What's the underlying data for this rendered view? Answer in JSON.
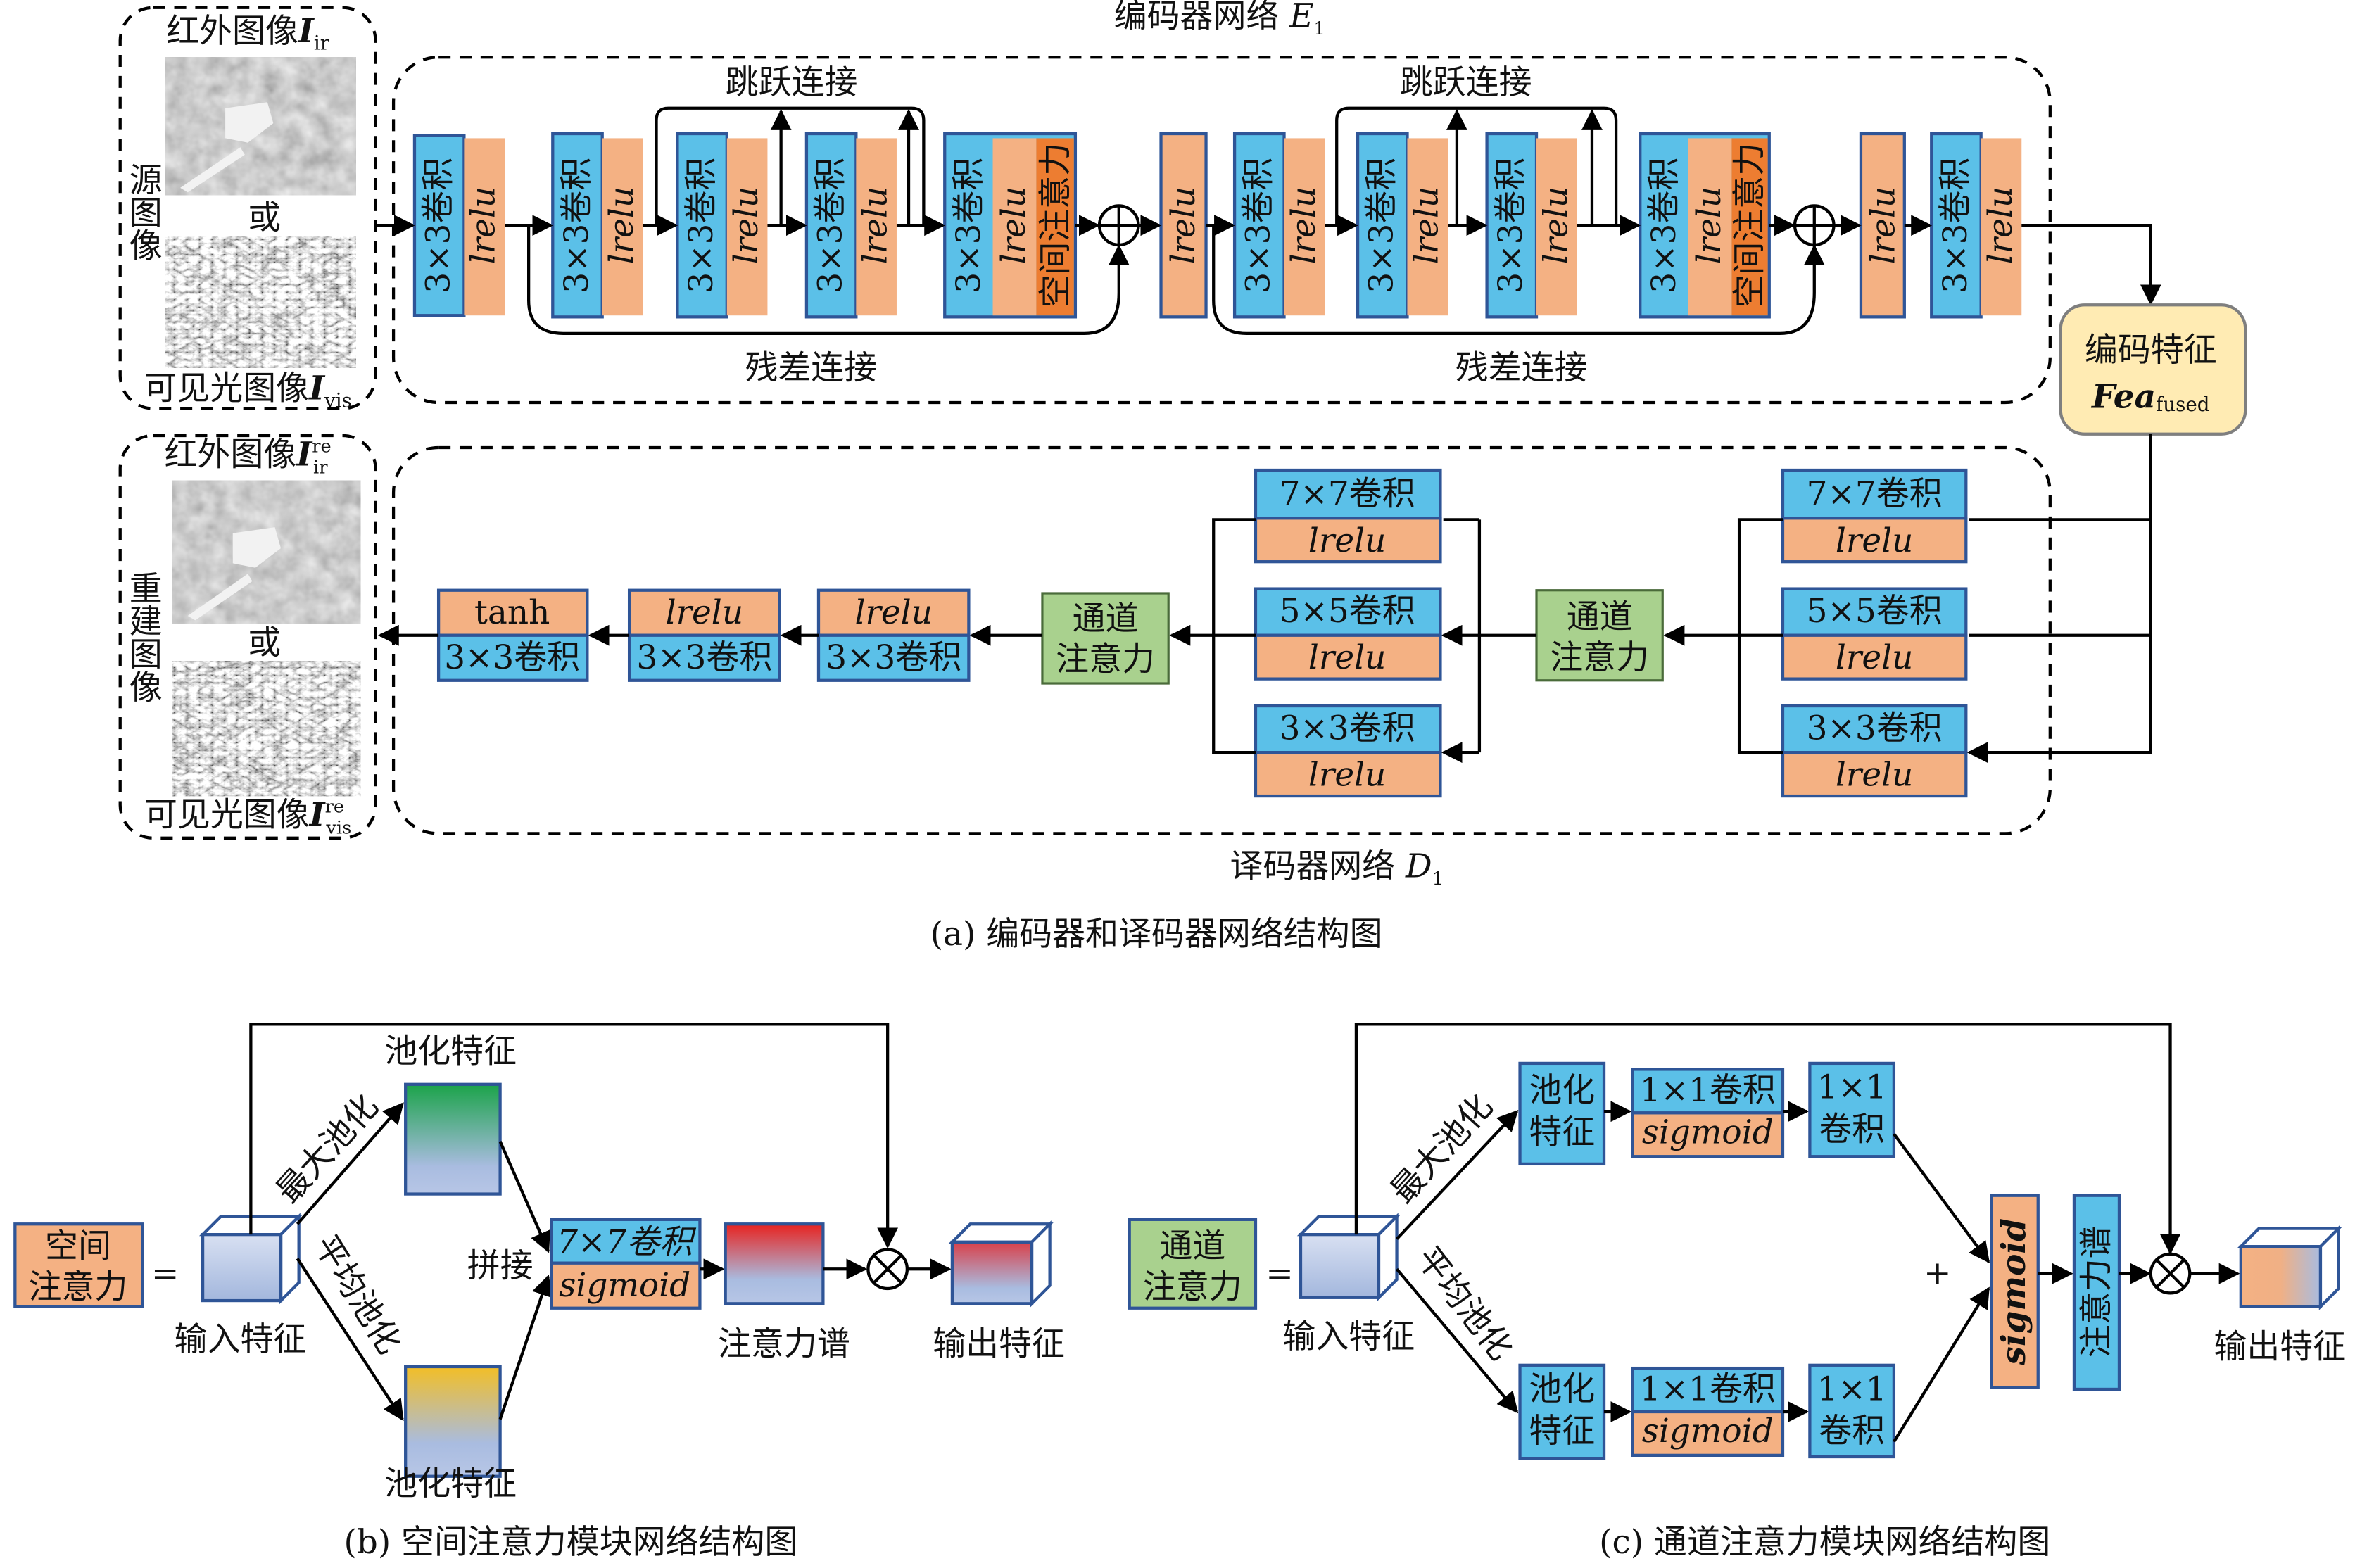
{
  "colors": {
    "conv_blue": "#5BC0E8",
    "act_orange": "#F4B183",
    "attn_orange": "#ED7D31",
    "attention_green": "#A9D18E",
    "feature_yellow": "#FFEBB3",
    "border_blue": "#2F5597"
  },
  "source": {
    "ir_label": "红外图像",
    "ir_sym": "I",
    "ir_sub": "ir",
    "or": "或",
    "vis_label": "可见光图像",
    "vis_sym": "I",
    "vis_sub": "vis",
    "side_label": "源图像"
  },
  "encoder": {
    "title": "编码器网络 ",
    "title_sym": "E",
    "title_sub": "1",
    "skip_label": "跳跃连接",
    "residual_label": "残差连接",
    "conv": "3×3卷积",
    "act": "lrelu",
    "spatial_attention": "空间注意力"
  },
  "fused": {
    "label": "编码特征",
    "sym": "Fea",
    "sub": "fused"
  },
  "decoder": {
    "title": "译码器网络 ",
    "title_sym": "D",
    "title_sub": "1",
    "branches": [
      {
        "conv": "7×7卷积",
        "act": "lrelu"
      },
      {
        "conv": "5×5卷积",
        "act": "lrelu"
      },
      {
        "conv": "3×3卷积",
        "act": "lrelu"
      }
    ],
    "channel_attention": [
      "通道",
      "注意力"
    ],
    "tail": [
      {
        "act": "lrelu",
        "conv": "3×3卷积"
      },
      {
        "act": "lrelu",
        "conv": "3×3卷积"
      },
      {
        "act": "tanh",
        "conv": "3×3卷积"
      }
    ]
  },
  "recon": {
    "ir_label": "红外图像",
    "ir_sym": "I",
    "ir_sup": "re",
    "ir_sub": "ir",
    "or": "或",
    "vis_label": "可见光图像",
    "vis_sym": "I",
    "vis_sup": "re",
    "vis_sub": "vis",
    "side_label": "重建图像"
  },
  "spatial": {
    "module": [
      "空间",
      "注意力"
    ],
    "equals": "=",
    "input": "输入特征",
    "pooled": "池化特征",
    "max_pool": "最大池化",
    "avg_pool": "平均池化",
    "concat": "拼接",
    "conv": "7×7卷积",
    "act": "sigmoid",
    "map": "注意力谱",
    "output": "输出特征"
  },
  "channel": {
    "module": [
      "通道",
      "注意力"
    ],
    "equals": "=",
    "input": "输入特征",
    "pooled": [
      "池化",
      "特征"
    ],
    "max_pool": "最大池化",
    "avg_pool": "平均池化",
    "conv": "1×1卷积",
    "act": "sigmoid",
    "conv2": [
      "1×1",
      "卷积"
    ],
    "plus": "+",
    "sigmoid": "sigmoid",
    "map": "注意力谱",
    "output": "输出特征"
  },
  "captions": {
    "a": "(a)  编码器和译码器网络结构图",
    "b": "(b)  空间注意力模块网络结构图",
    "c": "(c)  通道注意力模块网络结构图"
  }
}
